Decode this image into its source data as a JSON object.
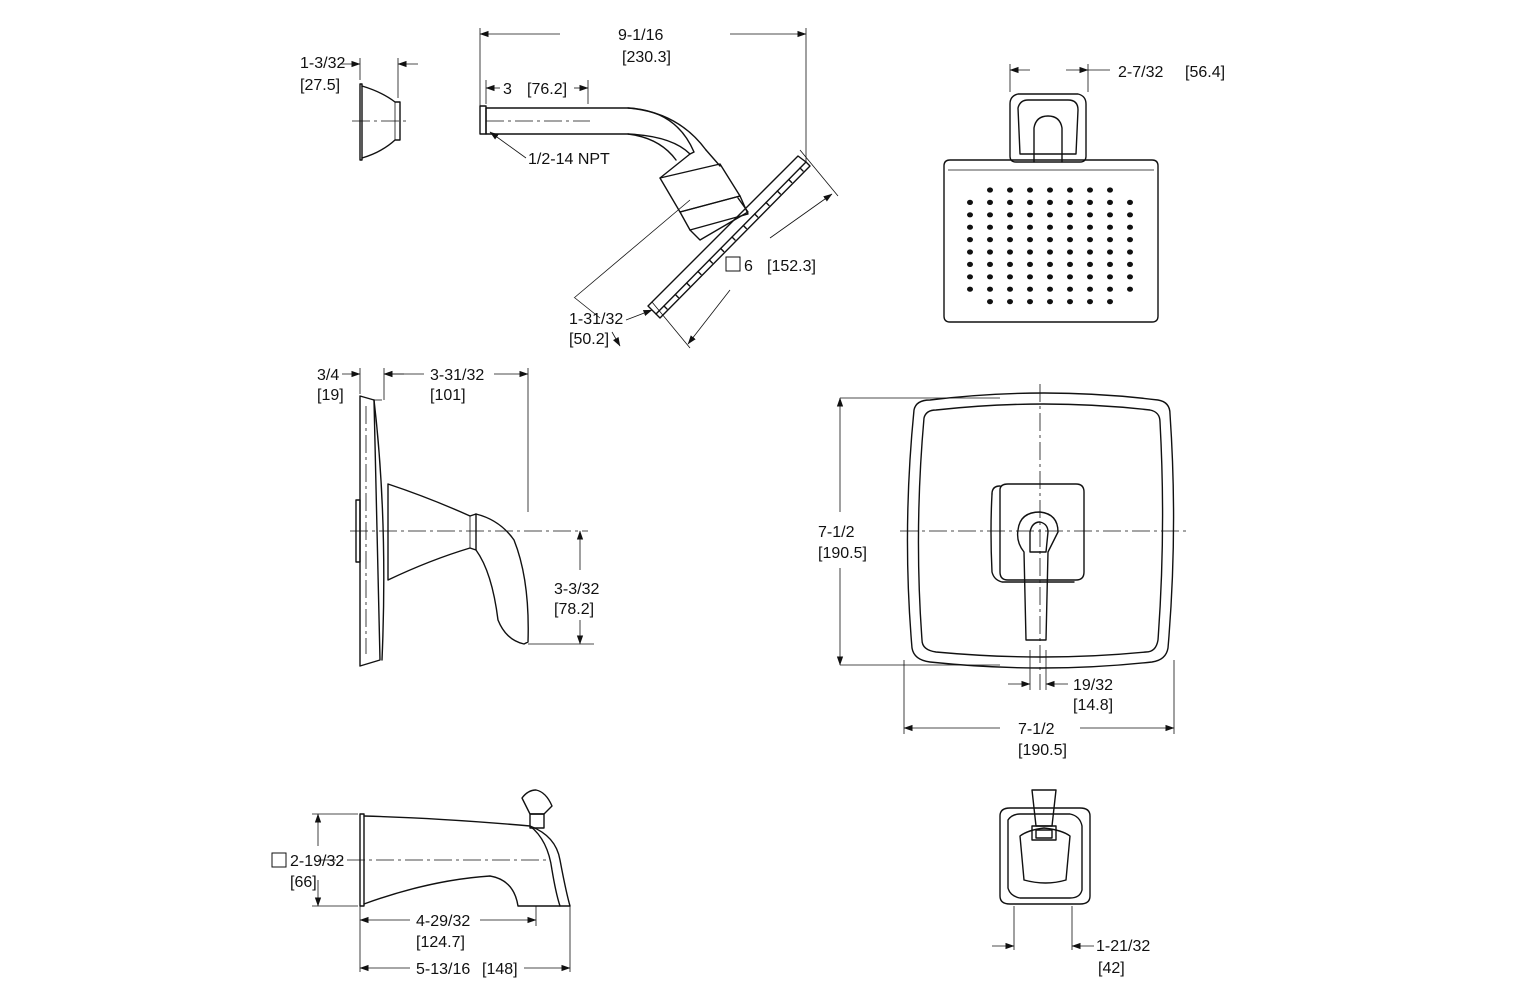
{
  "drawing_title": "",
  "dimensions": {
    "escutcheon_depth": {
      "imperial": "1-3/32",
      "metric": "[27.5]"
    },
    "arm_reach": {
      "imperial": "9-1/16",
      "metric": "[230.3]"
    },
    "arm_length": {
      "imperial": "3",
      "metric": "[76.2]"
    },
    "thread": {
      "label": "1/2-14 NPT"
    },
    "head_size": {
      "imperial": "6",
      "metric": "[152.3]"
    },
    "head_depth": {
      "imperial": "1-31/32",
      "metric": "[50.2]"
    },
    "head_front_width": {
      "imperial": "2-7/32",
      "metric": "[56.4]"
    },
    "trim_depth": {
      "imperial": "3/4",
      "metric": "[19]"
    },
    "handle_projection": {
      "imperial": "3-31/32",
      "metric": "[101]"
    },
    "handle_drop": {
      "imperial": "3-3/32",
      "metric": "[78.2]"
    },
    "plate_height": {
      "imperial": "7-1/2",
      "metric": "[190.5]"
    },
    "handle_width": {
      "imperial": "19/32",
      "metric": "[14.8]"
    },
    "plate_width": {
      "imperial": "7-1/2",
      "metric": "[190.5]"
    },
    "spout_height": {
      "imperial": "2-19/32",
      "metric": "[66]"
    },
    "spout_reach": {
      "imperial": "4-29/32",
      "metric": "[124.7]"
    },
    "spout_length": {
      "imperial": "5-13/16",
      "metric": "[148]"
    },
    "spout_front_width": {
      "imperial": "1-21/32",
      "metric": "[42]"
    }
  }
}
